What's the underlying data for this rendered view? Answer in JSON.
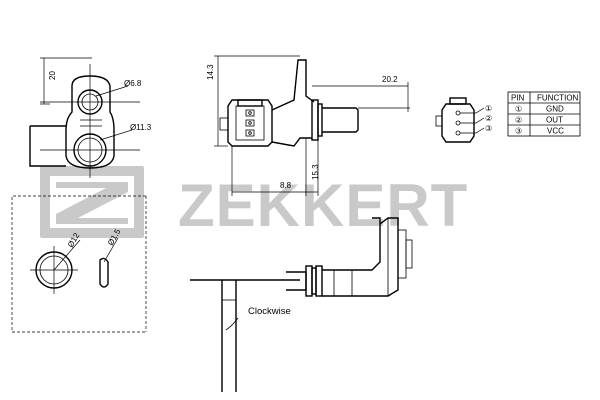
{
  "brand": {
    "name": "ZEKKERT",
    "watermark_color": "#c9c9c9"
  },
  "dimensions": {
    "d_small_hole": "Ø6.8",
    "d_large_hole": "Ø11.3",
    "height_20": "20",
    "width_14_3": "14.3",
    "length_20_2": "20.2",
    "length_8_8": "8.8",
    "height_15_3": "15.3",
    "d_seal": "Ø12",
    "d_wire": "Ø1.5"
  },
  "rotation_label": "Clockwise",
  "pin_table": {
    "headers": [
      "PIN",
      "FUNCTION"
    ],
    "rows": [
      {
        "pin": "①",
        "function": "GND"
      },
      {
        "pin": "②",
        "function": "OUT"
      },
      {
        "pin": "③",
        "function": "VCC"
      }
    ]
  },
  "connector_callouts": [
    "①",
    "②",
    "③"
  ]
}
